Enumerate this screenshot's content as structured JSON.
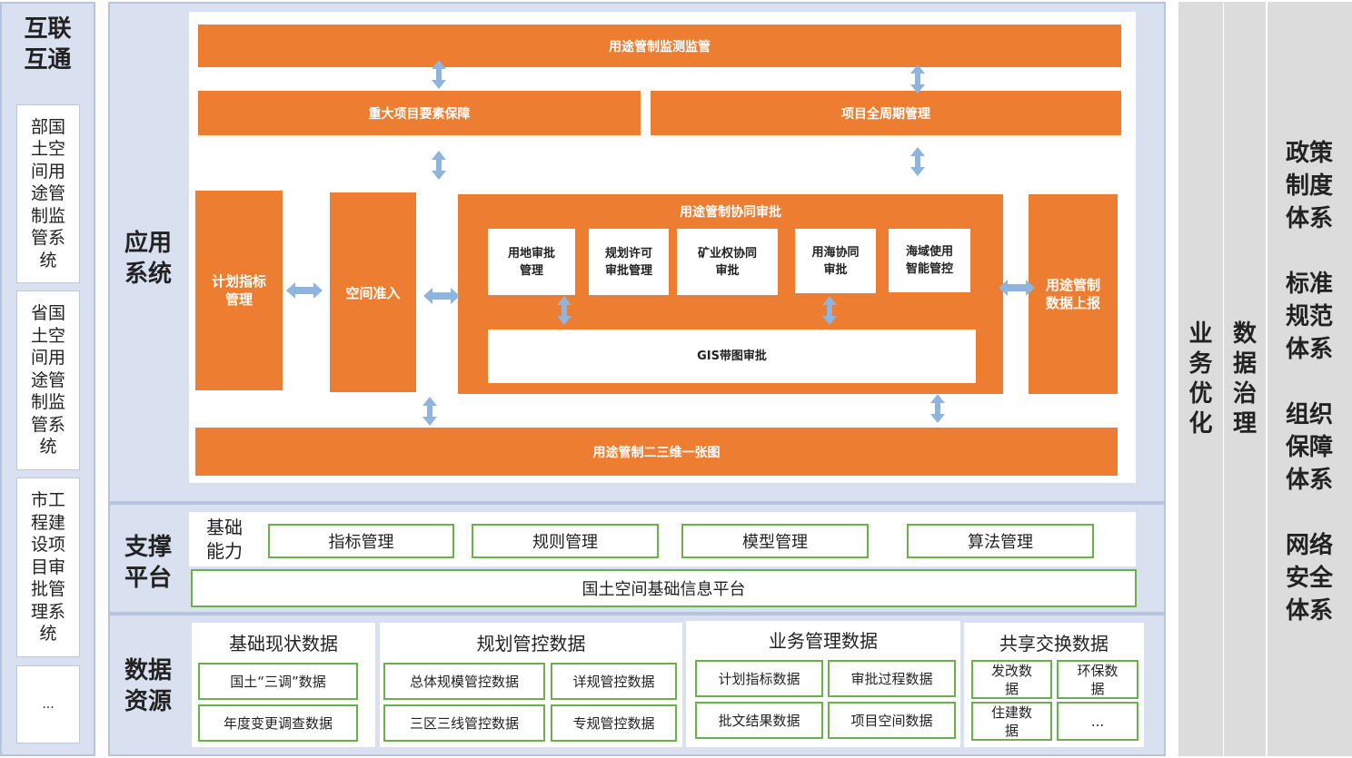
{
  "interconnect": {
    "title": "互联\n互通",
    "systems": [
      "部国\n土空\n间用\n途管\n制监\n管系\n统",
      "省国\n土空\n间用\n途管\n制监\n管系\n统",
      "市工\n程建\n设项\n目审\n批管\n理系\n统",
      "..."
    ]
  },
  "app_system": {
    "label": "应用\n系统",
    "top_bar": "用途管制监测监管",
    "major_project": "重大项目要素保障",
    "lifecycle": "项目全周期管理",
    "plan_indicator": "计划指标\n管理",
    "space_access": "空间准入",
    "coop_title": "用途管制协同审批",
    "coop_items": [
      "用地审批\n管理",
      "规划许可\n审批管理",
      "矿业权协同\n审批",
      "用海协同\n审批",
      "海域使用\n智能管控"
    ],
    "gis": "GIS带图审批",
    "report": "用途管制\n数据上报",
    "bottom_bar": "用途管制二三维一张图"
  },
  "support_platform": {
    "label": "支撑\n平台",
    "basic_ability": "基础\n能力",
    "abilities": [
      "指标管理",
      "规则管理",
      "模型管理",
      "算法管理"
    ],
    "platform": "国土空间基础信息平台"
  },
  "data_resource": {
    "label": "数据\n资源",
    "groups": [
      {
        "title": "基础现状数据",
        "items": [
          "国土“三调”数据",
          "年度变更调查数据"
        ]
      },
      {
        "title": "规划管控数据",
        "items": [
          "总体规模管控数据",
          "详规管控数据",
          "三区三线管控数据",
          "专规管控数据"
        ]
      },
      {
        "title": "业务管理数据",
        "items": [
          "计划指标数据",
          "审批过程数据",
          "批文结果数据",
          "项目空间数据"
        ]
      },
      {
        "title": "共享交换数据",
        "items": [
          "发改数\n据",
          "环保数\n据",
          "住建数\n据",
          "..."
        ]
      }
    ]
  },
  "right_columns": {
    "business": "业\n务\n优\n化",
    "governance": "数\n据\n治\n理",
    "systems": [
      "政策\n制度\n体系",
      "标准\n规范\n体系",
      "组织\n保障\n体系",
      "网络\n安全\n体系"
    ]
  }
}
